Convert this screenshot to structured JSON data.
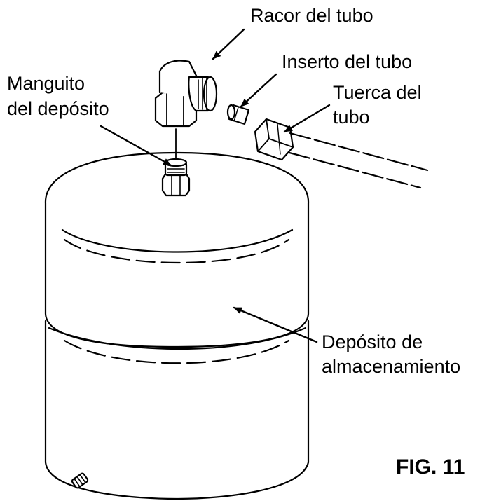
{
  "labels": {
    "tube_fitting": "Racor del tubo",
    "tube_insert": "Inserto del tubo",
    "tube_nut_line1": "Tuerca del",
    "tube_nut_line2": "tubo",
    "tank_sleeve_line1": "Manguito",
    "tank_sleeve_line2": "del depósito",
    "storage_tank_line1": "Depósito de",
    "storage_tank_line2": "almacenamiento"
  },
  "figure_label": "FIG. 11",
  "colors": {
    "ink": "#000000",
    "paper": "#ffffff"
  }
}
